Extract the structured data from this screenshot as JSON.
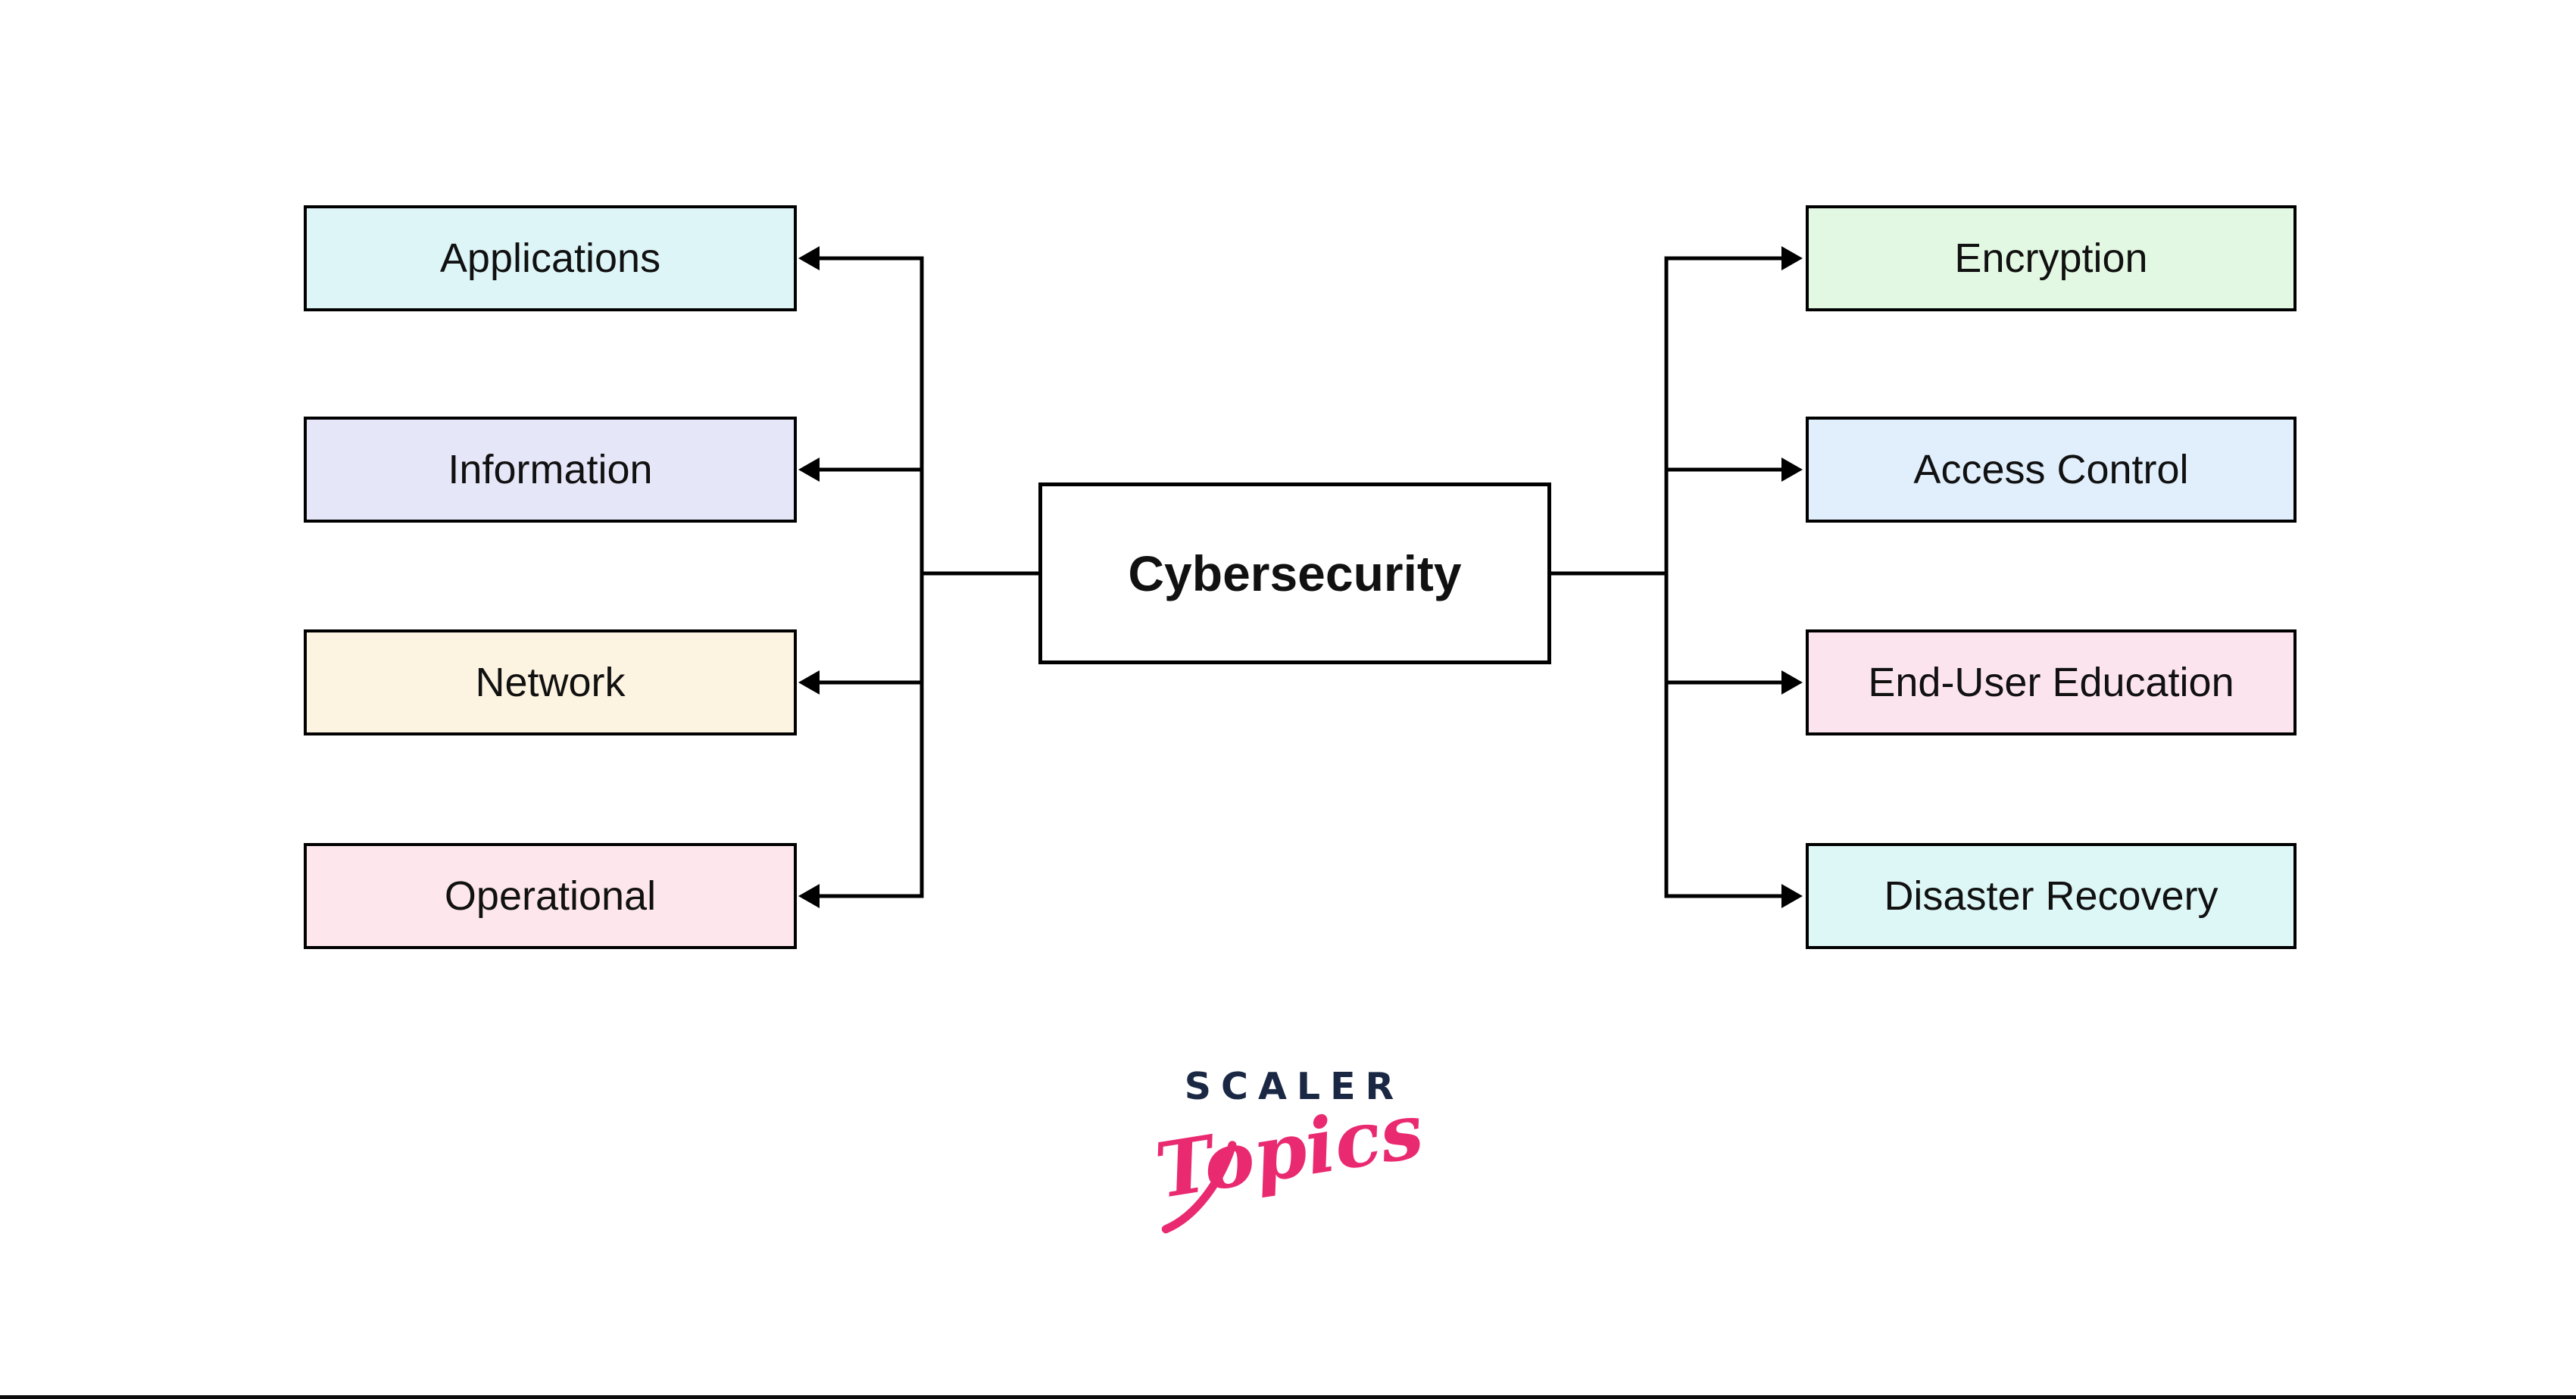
{
  "diagram": {
    "center": {
      "label": "Cybersecurity"
    },
    "left_branches": [
      {
        "label": "Applications",
        "bg": "#def5f8"
      },
      {
        "label": "Information",
        "bg": "#e6e6f9"
      },
      {
        "label": "Network",
        "bg": "#fdf3e1"
      },
      {
        "label": "Operational",
        "bg": "#fde7ec"
      }
    ],
    "right_branches": [
      {
        "label": "Encryption",
        "bg": "#e2f8e3"
      },
      {
        "label": "Access Control",
        "bg": "#e0effb"
      },
      {
        "label": "End-User Education",
        "bg": "#fce4ef"
      },
      {
        "label": "Disaster Recovery",
        "bg": "#ddf7f6"
      }
    ],
    "line_color": "#000000",
    "text_color": "#111111"
  },
  "logo": {
    "primary": "SCALER",
    "secondary": "Topics",
    "primary_color": "#1b2844",
    "secondary_color": "#e92a70"
  }
}
